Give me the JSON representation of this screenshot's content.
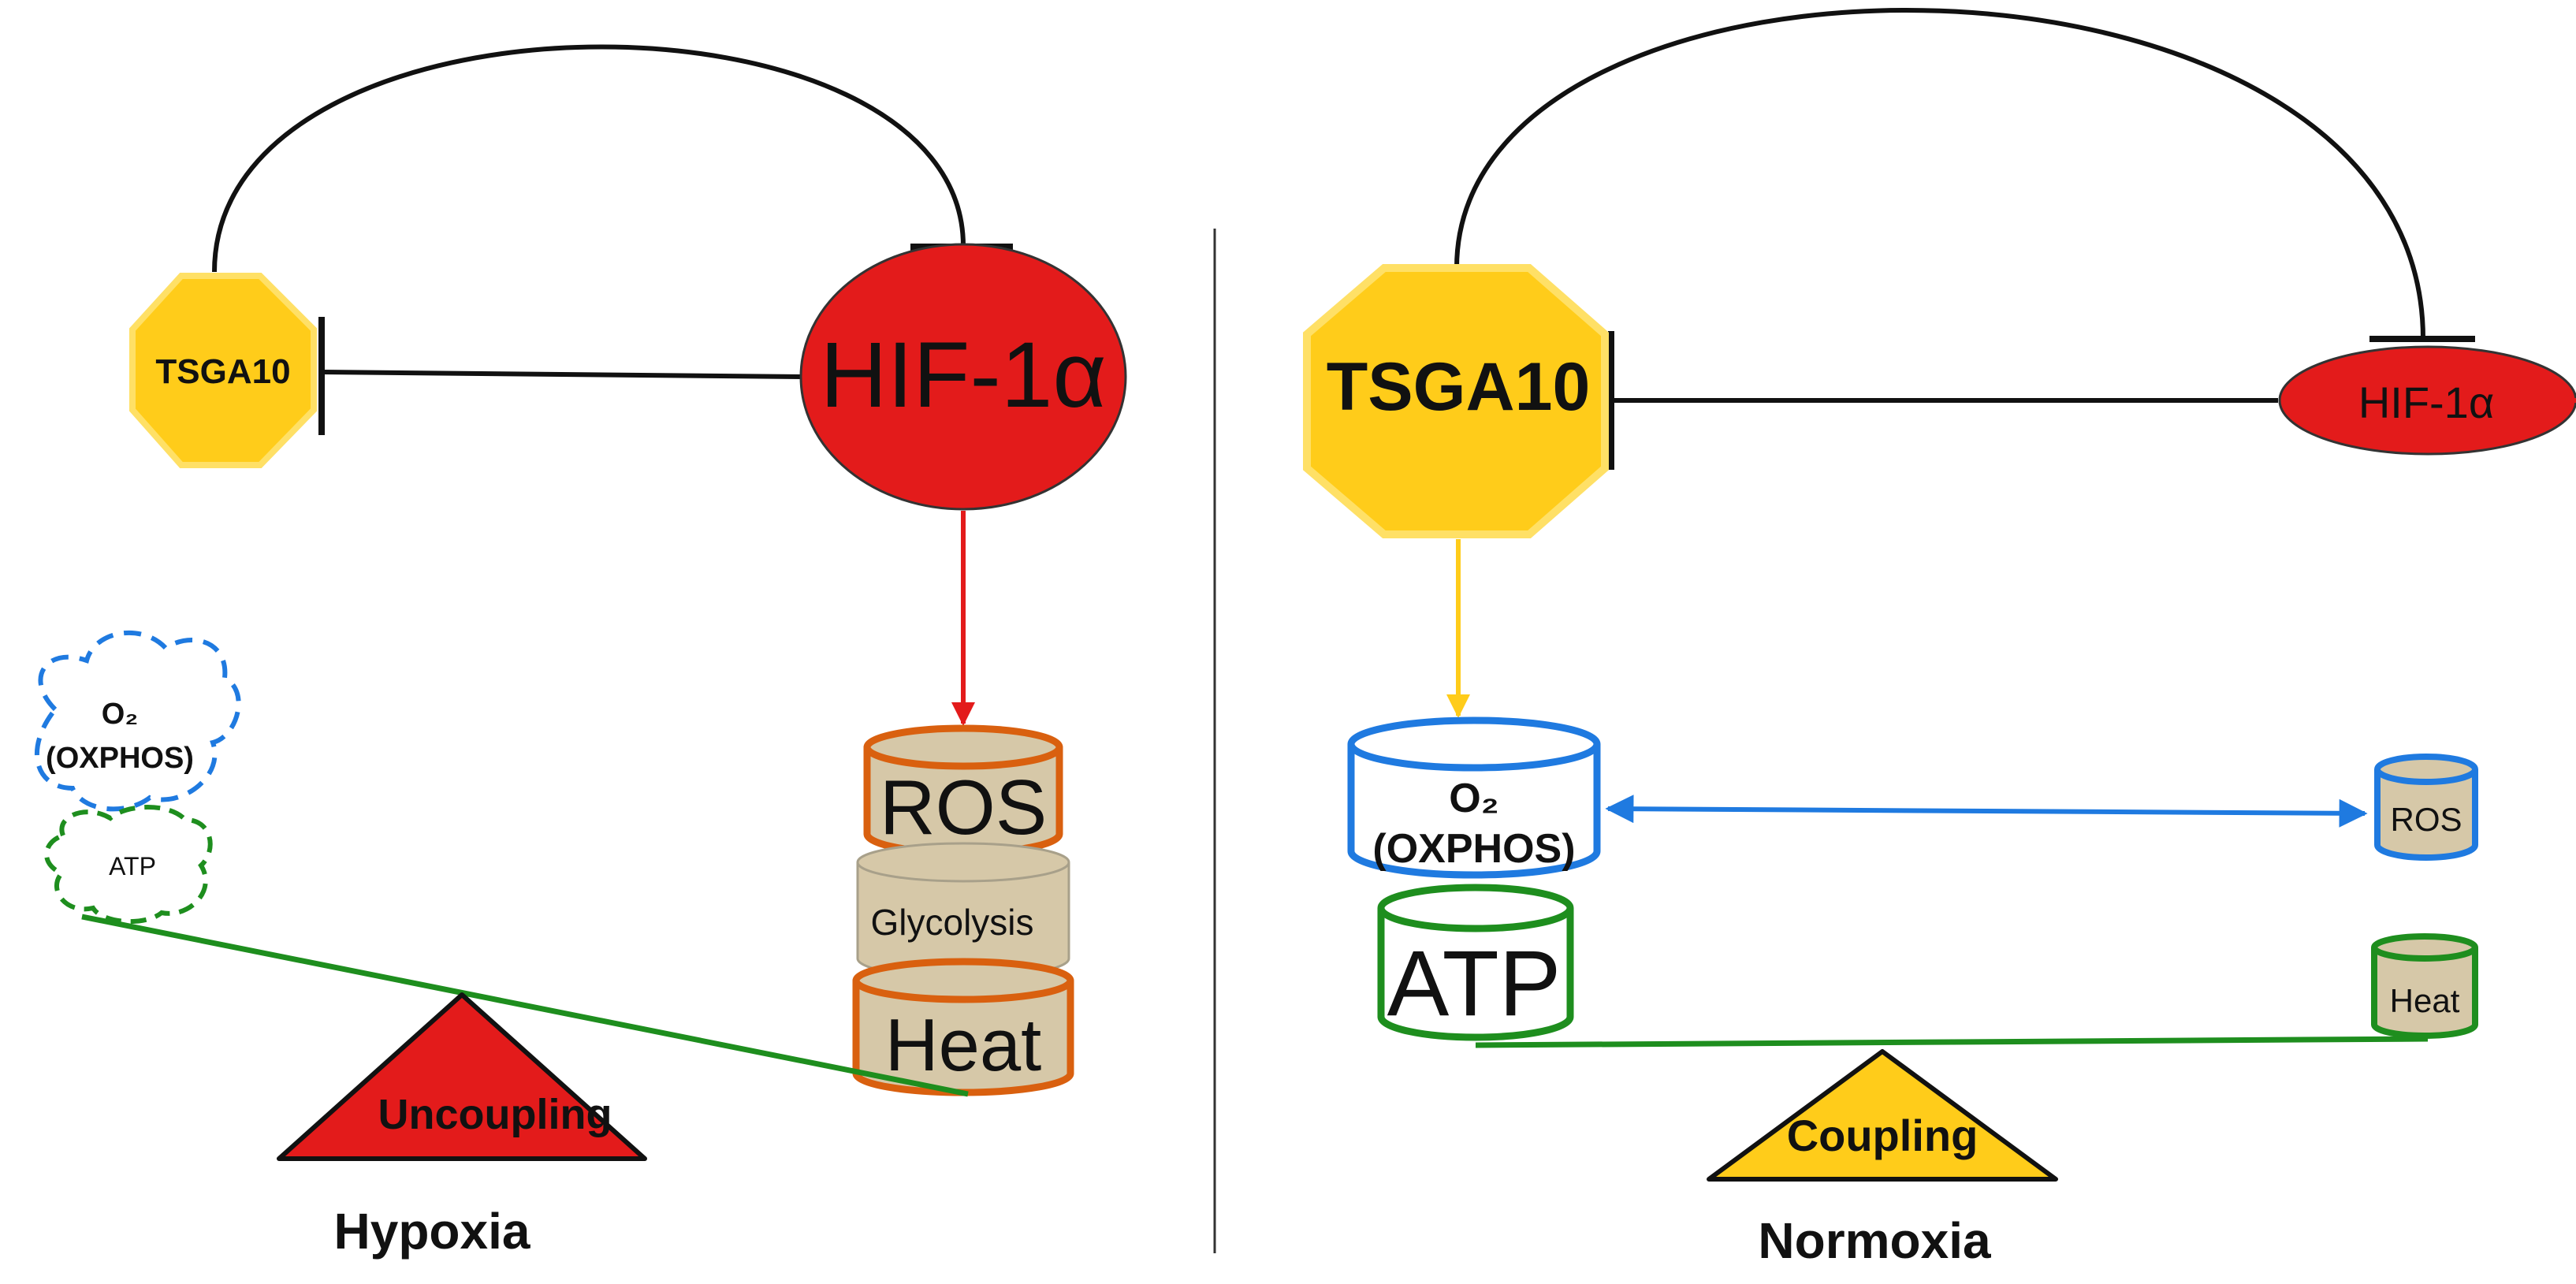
{
  "colors": {
    "tsga_fill": "#FFCC1A",
    "tsga_stroke": "#FFE066",
    "hif_fill": "#E31B1B",
    "cyl_fill": "#D6C8A8",
    "ros_stroke": "#D9600F",
    "oxphos_blue": "#1F7AE0",
    "atp_green": "#1E8E1E",
    "arrow_red": "#E31B1B",
    "arrow_yellow": "#FFCC1A",
    "line_black": "#111111"
  },
  "hypoxia": {
    "label": "Hypoxia",
    "tsga10": "TSGA10",
    "hif": "HIF-1α",
    "ros": "ROS",
    "glycolysis": "Glycolysis",
    "heat": "Heat",
    "o2": "O₂",
    "oxphos": "(OXPHOS)",
    "atp": "ATP",
    "fulcrum": "Uncoupling"
  },
  "normoxia": {
    "label": "Normoxia",
    "tsga10": "TSGA10",
    "hif": "HIF-1α",
    "o2": "O₂",
    "oxphos": "(OXPHOS)",
    "atp": "ATP",
    "ros": "ROS",
    "heat": "Heat",
    "fulcrum": "Coupling"
  }
}
